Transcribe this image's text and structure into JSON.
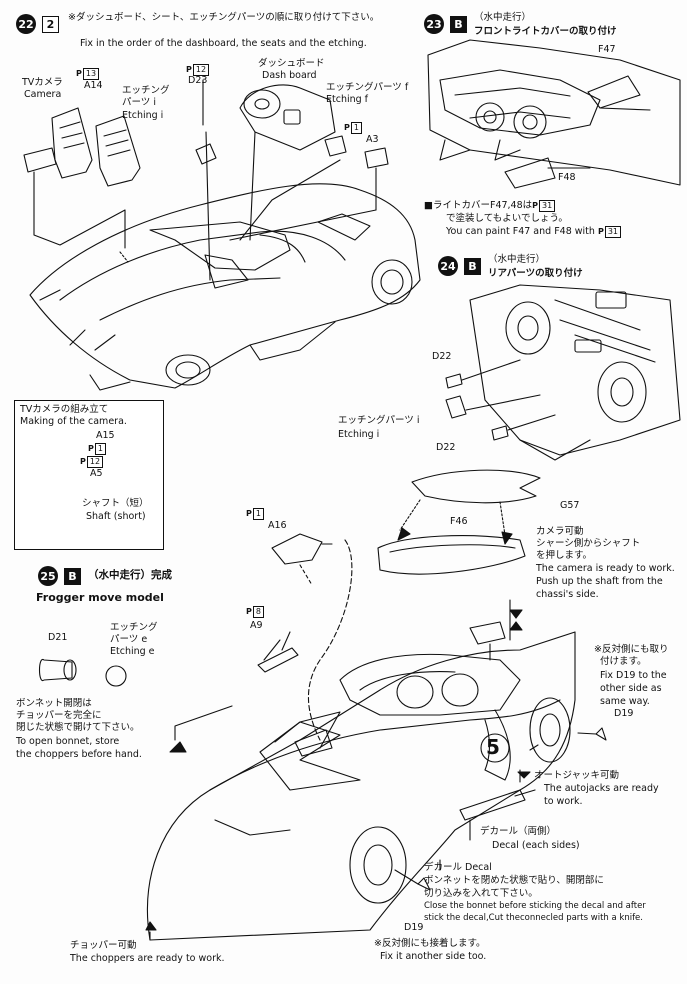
{
  "paint_mark": "P",
  "step22": {
    "number": "22",
    "tag": "2",
    "instruction_jp": "※ダッシュボード、シート、エッチングパーツの順に取り付けて下さい。",
    "instruction_en": "Fix in the order of the dashboard, the seats and the etching.",
    "labels": {
      "tv_camera_jp": "TVカメラ",
      "tv_camera_en": "Camera",
      "a14": "A14",
      "p13": "13",
      "etching_i_jp": "エッチング",
      "etching_i_jp2": "パーツ i",
      "etching_i_en": "Etching i",
      "p12": "12",
      "d23": "D23",
      "dashboard_jp": "ダッシュボード",
      "dashboard_en": "Dash board",
      "etching_f_jp": "エッチングパーツ f",
      "etching_f_en": "Etching f",
      "p1": "1",
      "a3": "A3"
    }
  },
  "inset": {
    "title_jp": "TVカメラの組み立て",
    "title_en": "Making of the camera.",
    "a15": "A15",
    "p1": "1",
    "p12": "12",
    "a5": "A5",
    "shaft_jp": "シャフト（短）",
    "shaft_en": "Shaft (short)"
  },
  "step23": {
    "number": "23",
    "tag": "B",
    "heading_jp1": "（水中走行）",
    "heading_jp2": "フロントライトカバーの取り付け",
    "f47": "F47",
    "f48": "F48",
    "note_jp": "■ライトカバーF47,48は",
    "note_jp_code": "31",
    "note_jp_tail": "で塗装してもよいでしょう。",
    "note_en": "You can paint F47 and F48 with",
    "note_en_code": "31"
  },
  "step24": {
    "number": "24",
    "tag": "B",
    "heading_jp1": "（水中走行）",
    "heading_jp2": "リアパーツの取り付け",
    "d22_top": "D22",
    "etching_jp": "エッチングパーツ i",
    "etching_en": "Etching i",
    "d22_bottom": "D22"
  },
  "step25": {
    "number": "25",
    "tag": "B",
    "heading_jp": "（水中走行）完成",
    "subheading_en": "Frogger move model",
    "g57": "G57",
    "f46": "F46",
    "a16": "A16",
    "p1": "1",
    "a9": "A9",
    "p8": "8",
    "d21": "D21",
    "etching_e_jp": "エッチング",
    "etching_e_jp2": "パーツ e",
    "etching_e_en": "Etching e",
    "camera_jp1": "カメラ可動",
    "camera_jp2": "シャーシ側からシャフト",
    "camera_jp3": "を押します。",
    "camera_en1": "The camera is ready to work.",
    "camera_en2": "Push up the shaft from the",
    "camera_en3": "chassi's side.",
    "opposite_jp1": "※反対側にも取り",
    "opposite_jp2": "付けます。",
    "opposite_en1": "Fix D19 to the",
    "opposite_en2": "other side as",
    "opposite_en3": "same way.",
    "d19_right": "D19",
    "bonnet_jp1": "ボンネット開閉は",
    "bonnet_jp2": "チョッパーを完全に",
    "bonnet_jp3": "閉じた状態で開けて下さい。",
    "bonnet_en1": "To open bonnet, store",
    "bonnet_en2": "the choppers before hand.",
    "car_number": "5",
    "autojack_jp": "オートジャッキ可動",
    "autojack_en1": "The autojacks are ready",
    "autojack_en2": "to work.",
    "decal_both_jp": "デカール（両側）",
    "decal_both_en": "Decal (each sides)",
    "decal_title_jp": "デカール Decal",
    "decal_jp1": "ボンネットを閉めた状態で貼り、開閉部に",
    "decal_jp2": "切り込みを入れて下さい。",
    "decal_en1": "Close the bonnet before sticking the decal and after",
    "decal_en2": "stick the decal,Cut theconnecled parts with a knife.",
    "d19_bottom": "D19",
    "other_side_jp": "※反対側にも接着します。",
    "other_side_en": "Fix it another side too.",
    "chopper_jp": "チョッパー可動",
    "chopper_en": "The choppers are ready to work."
  }
}
